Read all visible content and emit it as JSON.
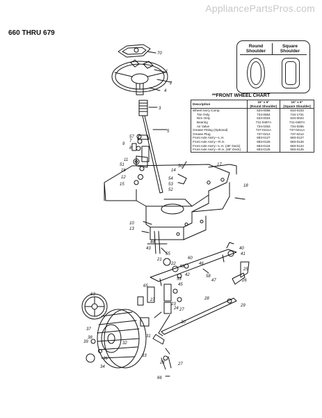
{
  "watermark": "AppliancePartsPros.com",
  "model_range": "660 THRU 679",
  "shoulder_box": {
    "round": "Round\nShoulder",
    "square": "Square\nShoulder"
  },
  "chart": {
    "title": "**FRONT WHEEL CHART",
    "header": {
      "desc": "Description",
      "col1": "15\" x 6\"",
      "col1_sub": "(Round Shoulder)",
      "col2": "15\" x 6\"",
      "col2_sub": "(Square Shoulder)"
    },
    "rows": [
      {
        "desc": "Wheel Ass'y Comp.",
        "a": "634-0056",
        "b": "634-0103",
        "sub": false
      },
      {
        "desc": "Tire Only",
        "a": "734-0664",
        "b": "734-1731",
        "sub": true
      },
      {
        "desc": "Rim Only",
        "a": "634-0024",
        "b": "634-0024",
        "sub": true
      },
      {
        "desc": "Bearing",
        "a": "741-0487A",
        "b": "741-0487A",
        "sub": true
      },
      {
        "desc": "Air Valve",
        "a": "734-0253",
        "b": "734-0255",
        "sub": true
      },
      {
        "desc": "Grease Fitting (Optional)",
        "a": "737-0211A",
        "b": "737-0211A",
        "sub": false
      },
      {
        "desc": "Grease Plug",
        "a": "737-0212",
        "b": "737-0212",
        "sub": false
      },
      {
        "desc": "Front Axle Ass'y—L.H.",
        "a": "683-0127",
        "b": "683-0127",
        "sub": false
      },
      {
        "desc": "Front Axle Ass'y—R.H.",
        "a": "683-0126",
        "b": "683-0126",
        "sub": false
      },
      {
        "desc": "Front Axle Ass'y—L.H. (48\" Deck)",
        "a": "683-0124",
        "b": "683-0124",
        "sub": false
      },
      {
        "desc": "Front Axle Ass'y—R.H. (48\" Deck)",
        "a": "683-0125",
        "b": "683-0125",
        "sub": false
      }
    ]
  },
  "callouts": [
    "70",
    "1",
    "2",
    "4",
    "3",
    "5",
    "57",
    "7",
    "8",
    "9",
    "11",
    "51",
    "16",
    "12",
    "15",
    "14",
    "54",
    "53",
    "52",
    "50",
    "17",
    "18",
    "10",
    "13",
    "44",
    "43",
    "21",
    "55",
    "22",
    "48",
    "40",
    "41",
    "25",
    "60",
    "42",
    "26",
    "65",
    "27",
    "24",
    "27",
    "63",
    "28",
    "29",
    "30",
    "31",
    "37",
    "39",
    "32",
    "36",
    "34",
    "33",
    "28",
    "27",
    "66",
    "38",
    "46",
    "58",
    "47",
    "45",
    "53",
    "23"
  ]
}
